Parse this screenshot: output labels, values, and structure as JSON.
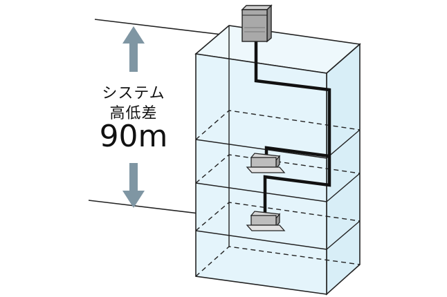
{
  "label": {
    "line1": "システム",
    "line2": "高低差",
    "value": "90m"
  },
  "colors": {
    "building_fill": "#e4f4fb",
    "building_stroke": "#222222",
    "arrow": "#7f96a3",
    "pipe": "#111111",
    "unit_body": "#bdbdbd",
    "unit_top": "#d7d7d7"
  }
}
